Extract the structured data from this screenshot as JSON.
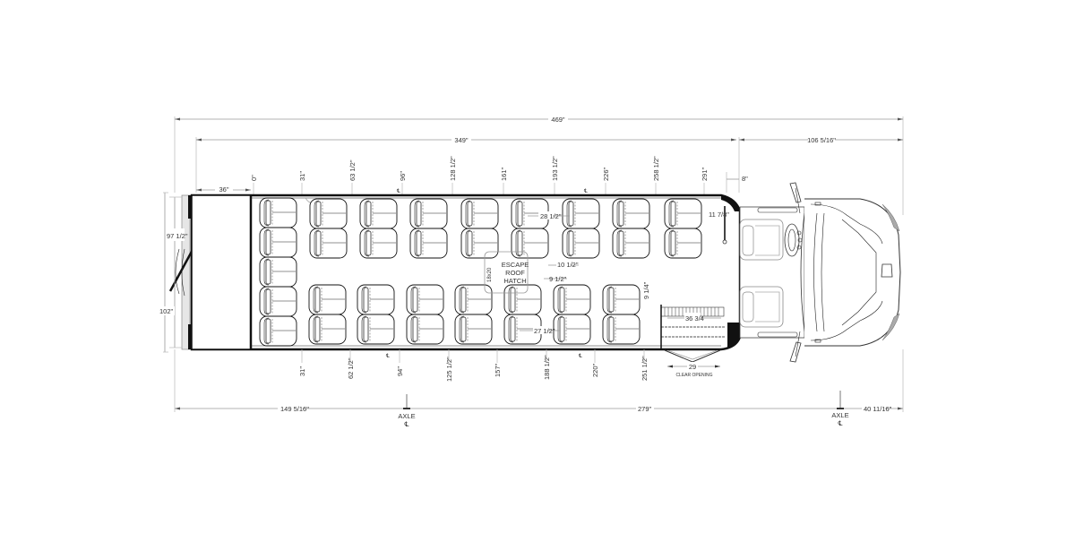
{
  "drawing": {
    "title": "Bus floor plan - top view",
    "overall_dimensions": {
      "overall_length": "469\"",
      "body_length": "349\"",
      "front_overhang_cab": "106 5/16\"",
      "rear_storage_depth": "36\"",
      "step_offset": "8\"",
      "interior_width": "97 1/2\"",
      "exterior_width": "102\""
    },
    "top_station_marks": [
      "0\"",
      "31\"",
      "63 1/2\"",
      "96\"",
      "128 1/2\"",
      "161\"",
      "193 1/2\"",
      "226\"",
      "258 1/2\"",
      "291\""
    ],
    "bottom_station_marks": [
      "31\"",
      "62 1/2\"",
      "94\"",
      "125 1/2\"",
      "157\"",
      "188 1/2\"",
      "220\"",
      "251 1/2\""
    ],
    "interior_dims": {
      "seat_pitch_upper": "28 1/2\"",
      "seat_pitch_lower": "27 1/2\"",
      "aisle_gap_upper": "10 1/2\"",
      "aisle_gap_lower": "9 1/2\"",
      "front_seat_clear": "11 7/8\"",
      "stair_clear": "9 1/4\"",
      "stair_width": "36 3/4",
      "hatch_size": "18x20"
    },
    "labels": {
      "escape_hatch": [
        "ESCAPE",
        "ROOF",
        "HATCH"
      ],
      "door_opening": "29",
      "clear_opening": "CLEAR OPENING",
      "axle": "AXLE",
      "centerline": "℄"
    },
    "axle_dims": {
      "rear_overhang": "149 5/16\"",
      "wheelbase": "279\"",
      "front_axle_to_bumper": "40 11/16\""
    },
    "seating": {
      "upper_row_columns": 9,
      "lower_row_columns": 8,
      "rear_bench_seats": 5
    }
  }
}
